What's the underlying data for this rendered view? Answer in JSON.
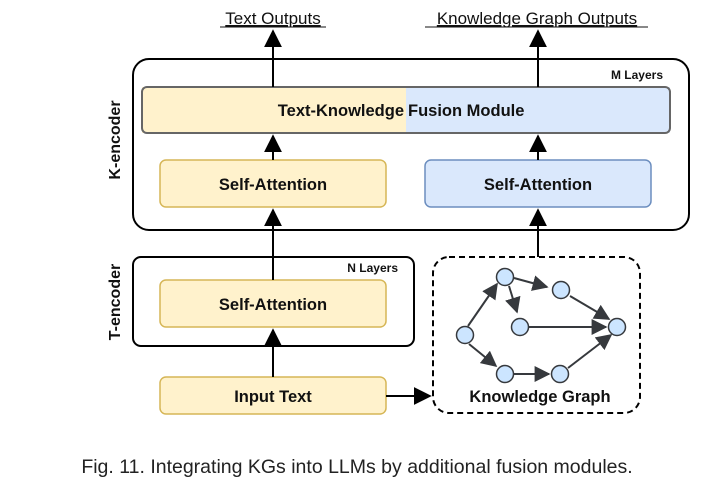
{
  "outputs": {
    "text": "Text Outputs",
    "kg": "Knowledge Graph Outputs"
  },
  "k_encoder": {
    "label": "K-encoder",
    "layers": "M Layers",
    "fusion_left": "Text-Knowledge",
    "fusion_right": "Fusion Module",
    "self_attention_text": "Self-Attention",
    "self_attention_kg": "Self-Attention"
  },
  "t_encoder": {
    "label": "T-encoder",
    "layers": "N Layers",
    "self_attention": "Self-Attention"
  },
  "input_text": "Input Text",
  "knowledge_graph": "Knowledge Graph",
  "caption": "Fig. 11. Integrating KGs into LLMs by additional fusion modules.",
  "colors": {
    "yellow_fill": "#fff2cc",
    "yellow_stroke": "#d6b656",
    "blue_fill": "#dae8fc",
    "blue_stroke": "#6c8ebf",
    "node_fill": "#cce5ff",
    "node_stroke": "#36393d"
  }
}
